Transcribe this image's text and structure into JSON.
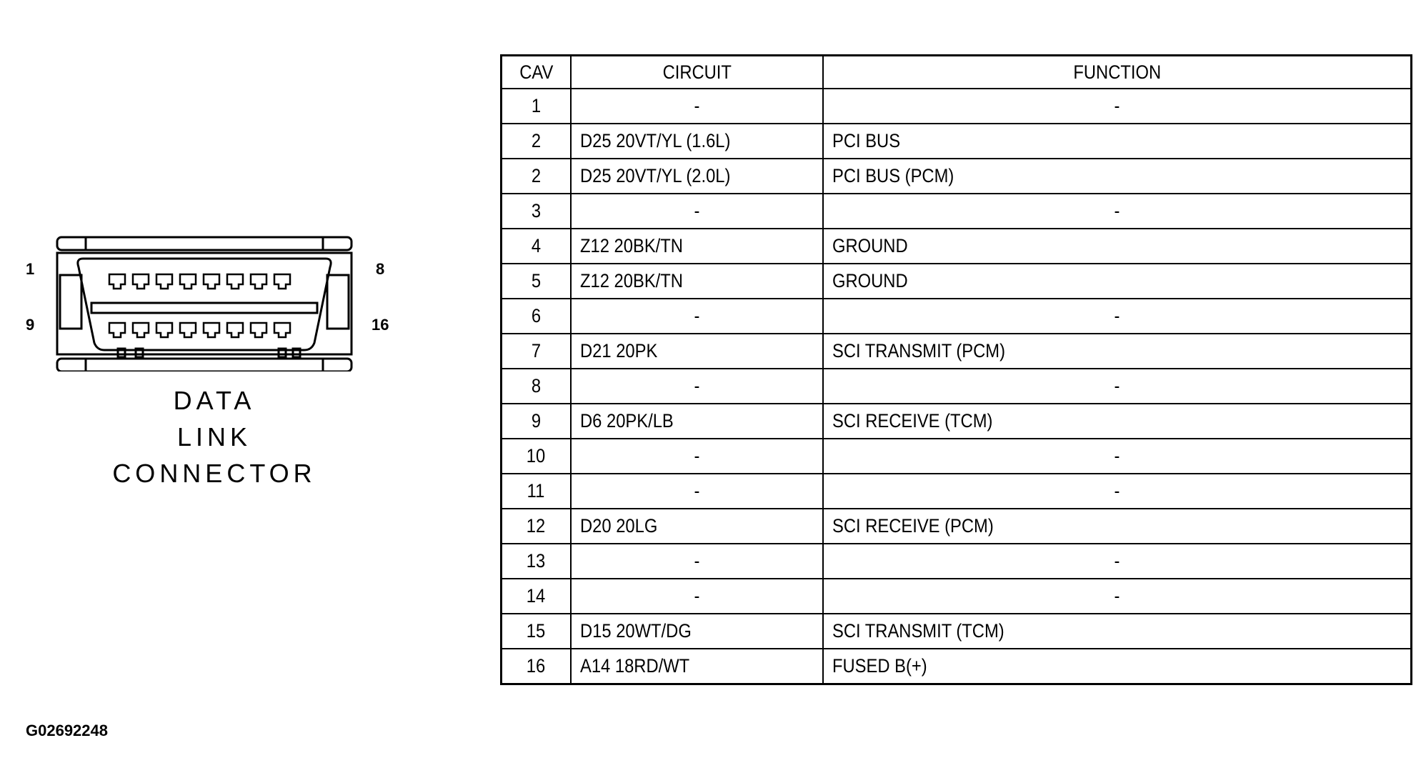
{
  "connector": {
    "pin_labels": {
      "top_left": "1",
      "top_right": "8",
      "bottom_left": "9",
      "bottom_right": "16"
    },
    "title_lines": [
      "DATA",
      "LINK",
      "CONNECTOR"
    ]
  },
  "table": {
    "headers": {
      "cav": "CAV",
      "circuit": "CIRCUIT",
      "function": "FUNCTION"
    },
    "rows": [
      {
        "cav": "1",
        "circuit": "-",
        "function": "-"
      },
      {
        "cav": "2",
        "circuit": "D25 20VT/YL (1.6L)",
        "function": "PCI BUS"
      },
      {
        "cav": "2",
        "circuit": "D25 20VT/YL (2.0L)",
        "function": "PCI BUS (PCM)"
      },
      {
        "cav": "3",
        "circuit": "-",
        "function": "-"
      },
      {
        "cav": "4",
        "circuit": "Z12 20BK/TN",
        "function": "GROUND"
      },
      {
        "cav": "5",
        "circuit": "Z12 20BK/TN",
        "function": "GROUND"
      },
      {
        "cav": "6",
        "circuit": "-",
        "function": "-"
      },
      {
        "cav": "7",
        "circuit": "D21 20PK",
        "function": "SCI TRANSMIT (PCM)"
      },
      {
        "cav": "8",
        "circuit": "-",
        "function": "-"
      },
      {
        "cav": "9",
        "circuit": "D6 20PK/LB",
        "function": "SCI RECEIVE (TCM)"
      },
      {
        "cav": "10",
        "circuit": "-",
        "function": "-"
      },
      {
        "cav": "11",
        "circuit": "-",
        "function": "-"
      },
      {
        "cav": "12",
        "circuit": "D20 20LG",
        "function": "SCI RECEIVE (PCM)"
      },
      {
        "cav": "13",
        "circuit": "-",
        "function": "-"
      },
      {
        "cav": "14",
        "circuit": "-",
        "function": "-"
      },
      {
        "cav": "15",
        "circuit": "D15 20WT/DG",
        "function": "SCI TRANSMIT (TCM)"
      },
      {
        "cav": "16",
        "circuit": "A14 18RD/WT",
        "function": "FUSED B(+)"
      }
    ]
  },
  "figure_id": "G02692248"
}
